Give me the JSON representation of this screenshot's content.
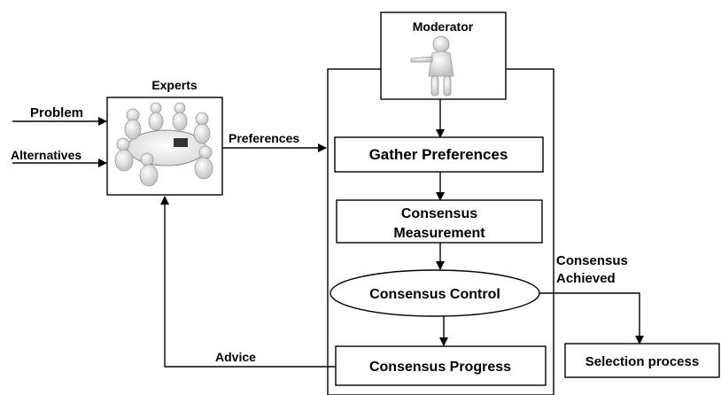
{
  "inputs": {
    "problem": "Problem",
    "alternatives": "Alternatives"
  },
  "experts": {
    "title": "Experts",
    "icon": "experts-meeting-table-icon"
  },
  "moderator": {
    "title": "Moderator",
    "icon": "presenter-figure-icon"
  },
  "flow": {
    "preferences": "Preferences",
    "advice": "Advice",
    "consensus_achieved_line1": "Consensus",
    "consensus_achieved_line2": "Achieved"
  },
  "steps": {
    "gather": "Gather Preferences",
    "measurement_line1": "Consensus",
    "measurement_line2": "Measurement",
    "control": "Consensus Control",
    "progress": "Consensus Progress",
    "selection": "Selection process"
  }
}
